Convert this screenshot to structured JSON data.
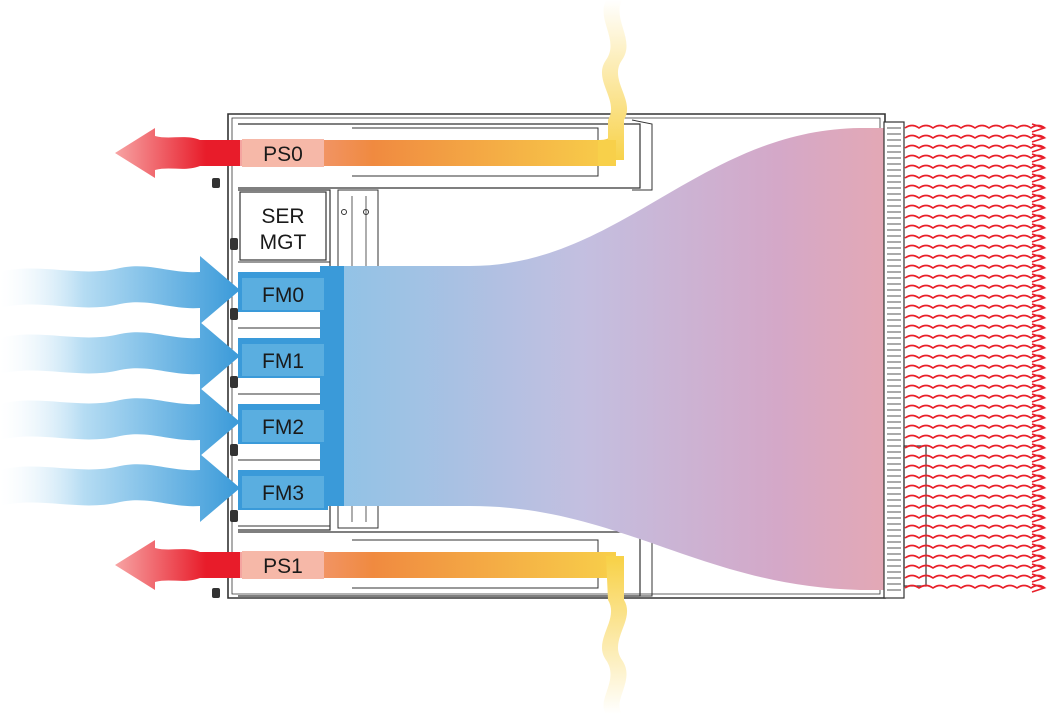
{
  "labels": {
    "ps0": "PS0",
    "ps1": "PS1",
    "ser_mgt_line1": "SER",
    "ser_mgt_line2": "MGT",
    "fm0": "FM0",
    "fm1": "FM1",
    "fm2": "FM2",
    "fm3": "FM3"
  },
  "colors": {
    "chassis_line": "#333333",
    "cool_air": "#3a9ad9",
    "cool_air_light": "#a8d4ef",
    "mixed_air": "#c7b6d8",
    "hot_exhaust": "#e8202a",
    "psu_hot": "#f07a3a",
    "psu_warm": "#f8d24a",
    "label_box": "#f5b8a8"
  },
  "icons": {
    "psu_exhaust_arrow": "arrow-left-icon",
    "fan_intake_arrow": "arrow-right-icon",
    "heat_wave": "wavy-line-icon"
  }
}
